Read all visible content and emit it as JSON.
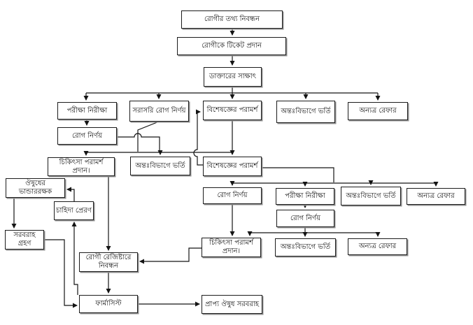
{
  "diagram": {
    "title": "hospital-patient-flow-chart",
    "language": "Bengali",
    "colors": {
      "background": "#ffffff",
      "box_border": "#1c1c1c",
      "box_shadow": "#909090",
      "line": "#141414"
    },
    "nodes": [
      {
        "id": "patient-info-registration",
        "label": "রোগীর তথ্য নিবন্ধন"
      },
      {
        "id": "patient-ticket-issue",
        "label": "রোগীকে টিকেট প্রদান"
      },
      {
        "id": "doctor-visit",
        "label": "ডাক্তারের সাক্ষাৎ"
      },
      {
        "id": "tests-examination-1",
        "label": "পরীক্ষা নিরীক্ষা"
      },
      {
        "id": "direct-diagnosis",
        "label": "সরাসরি রোগ নির্ণয়"
      },
      {
        "id": "specialist-consultation-1",
        "label": "বিশেষজ্ঞের পরামর্শ"
      },
      {
        "id": "inpatient-admission-1",
        "label": "অন্তঃবিভাগে ভর্তি"
      },
      {
        "id": "refer-elsewhere-1",
        "label": "অন্যত্র রেফার"
      },
      {
        "id": "diagnosis-1",
        "label": "রোগ নির্ণয়"
      },
      {
        "id": "treatment-advice-1",
        "label": "চিকিৎসা পরামর্শ প্রদান।"
      },
      {
        "id": "inpatient-admission-2",
        "label": "অন্তঃবিভাগে ভর্তি"
      },
      {
        "id": "specialist-consultation-2",
        "label": "বিশেষজ্ঞের পরামর্শ"
      },
      {
        "id": "medicine-storekeeper",
        "label": "ঔষুধের ভান্ডাররক্ষক"
      },
      {
        "id": "demand-send",
        "label": "চাহিদা প্রেরণ"
      },
      {
        "id": "supply-receive",
        "label": "সরবরাহ গ্রহণ"
      },
      {
        "id": "diagnosis-2",
        "label": "রোগ নির্ণয়"
      },
      {
        "id": "tests-examination-2",
        "label": "পরীক্ষা নিরীক্ষা"
      },
      {
        "id": "inpatient-admission-3",
        "label": "অন্তঃবিভাগে ভর্তি"
      },
      {
        "id": "refer-elsewhere-2",
        "label": "অন্যত্র রেফার"
      },
      {
        "id": "diagnosis-3",
        "label": "রোগ নির্ণয়"
      },
      {
        "id": "treatment-advice-2",
        "label": "চিকিৎসা পরামর্শ প্রদান।"
      },
      {
        "id": "inpatient-admission-4",
        "label": "অন্তঃবিভাগে ভর্তি"
      },
      {
        "id": "refer-elsewhere-3",
        "label": "অন্যত্র রেফার"
      },
      {
        "id": "patient-register-entry",
        "label": "রোগী রেজিষ্টারে নিবন্ধন"
      },
      {
        "id": "pharmacist",
        "label": "ফার্মাসিস্ট"
      },
      {
        "id": "medicine-supply",
        "label": "প্রাপ্য ঔষুধ সরবরাহ"
      }
    ],
    "edges": [
      [
        "patient-info-registration",
        "patient-ticket-issue"
      ],
      [
        "patient-ticket-issue",
        "doctor-visit"
      ],
      [
        "doctor-visit",
        "tests-examination-1"
      ],
      [
        "doctor-visit",
        "direct-diagnosis"
      ],
      [
        "doctor-visit",
        "specialist-consultation-1"
      ],
      [
        "doctor-visit",
        "inpatient-admission-1"
      ],
      [
        "doctor-visit",
        "refer-elsewhere-1"
      ],
      [
        "tests-examination-1",
        "diagnosis-1"
      ],
      [
        "diagnosis-1",
        "treatment-advice-1"
      ],
      [
        "diagnosis-1",
        "inpatient-admission-2"
      ],
      [
        "diagnosis-1",
        "specialist-consultation-2"
      ],
      [
        "direct-diagnosis",
        "treatment-advice-1"
      ],
      [
        "direct-diagnosis",
        "inpatient-admission-2"
      ],
      [
        "direct-diagnosis",
        "specialist-consultation-2"
      ],
      [
        "specialist-consultation-1",
        "specialist-consultation-2"
      ],
      [
        "specialist-consultation-2",
        "specialist-consultation-1"
      ],
      [
        "specialist-consultation-2",
        "diagnosis-2"
      ],
      [
        "specialist-consultation-2",
        "tests-examination-2"
      ],
      [
        "specialist-consultation-2",
        "inpatient-admission-3"
      ],
      [
        "specialist-consultation-2",
        "refer-elsewhere-2"
      ],
      [
        "tests-examination-2",
        "diagnosis-3"
      ],
      [
        "diagnosis-2",
        "treatment-advice-2"
      ],
      [
        "diagnosis-3",
        "treatment-advice-2"
      ],
      [
        "diagnosis-3",
        "inpatient-admission-4"
      ],
      [
        "diagnosis-3",
        "refer-elsewhere-3"
      ],
      [
        "treatment-advice-1",
        "patient-register-entry"
      ],
      [
        "treatment-advice-2",
        "patient-register-entry"
      ],
      [
        "patient-register-entry",
        "pharmacist"
      ],
      [
        "pharmacist",
        "medicine-supply"
      ],
      [
        "pharmacist",
        "demand-send"
      ],
      [
        "demand-send",
        "medicine-storekeeper"
      ],
      [
        "medicine-storekeeper",
        "supply-receive"
      ],
      [
        "supply-receive",
        "pharmacist"
      ]
    ]
  }
}
